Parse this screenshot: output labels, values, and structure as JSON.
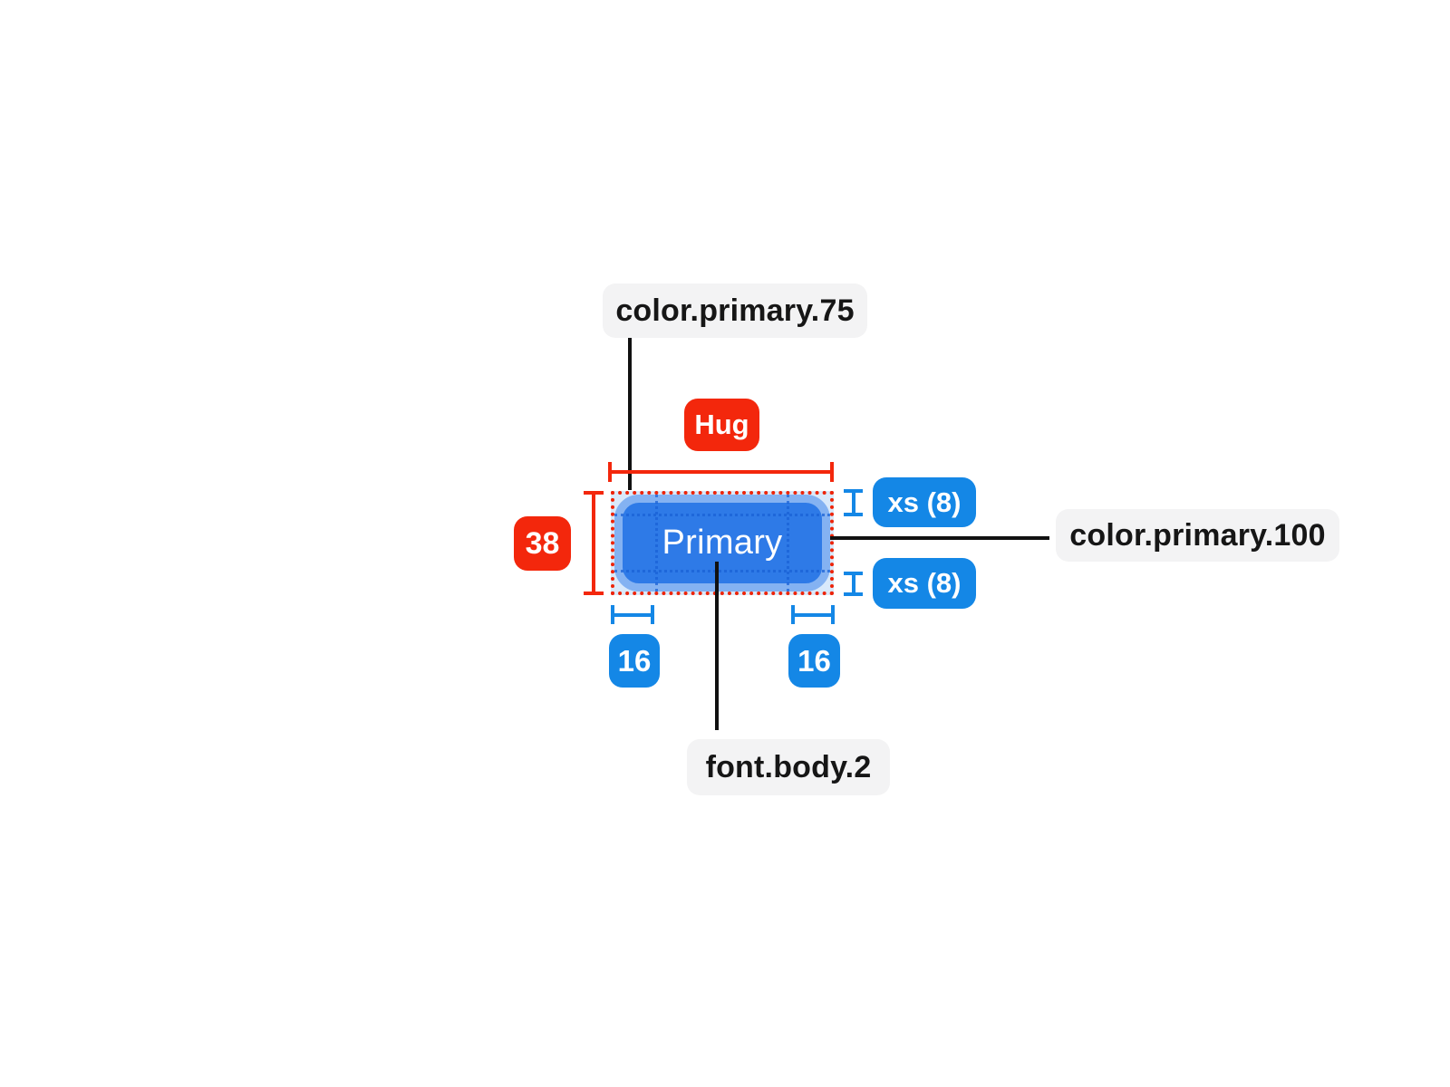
{
  "diagram": {
    "button": {
      "label": "Primary"
    },
    "tokens": {
      "ring_color": "color.primary.75",
      "fill_color": "color.primary.100",
      "font": "font.body.2"
    },
    "measurements": {
      "width_mode": "Hug",
      "height": "38",
      "padding_top": "xs (8)",
      "padding_bottom": "xs (8)",
      "padding_left": "16",
      "padding_right": "16"
    },
    "colors": {
      "annotation_red": "#f3270c",
      "annotation_blue": "#1487e6",
      "button_fill": "#2e7ae7",
      "button_ring": "#84b2f2",
      "halo_background": "#d9e9fb",
      "label_background": "#f3f3f4",
      "label_text": "#161616",
      "leader_line": "#111111"
    }
  }
}
